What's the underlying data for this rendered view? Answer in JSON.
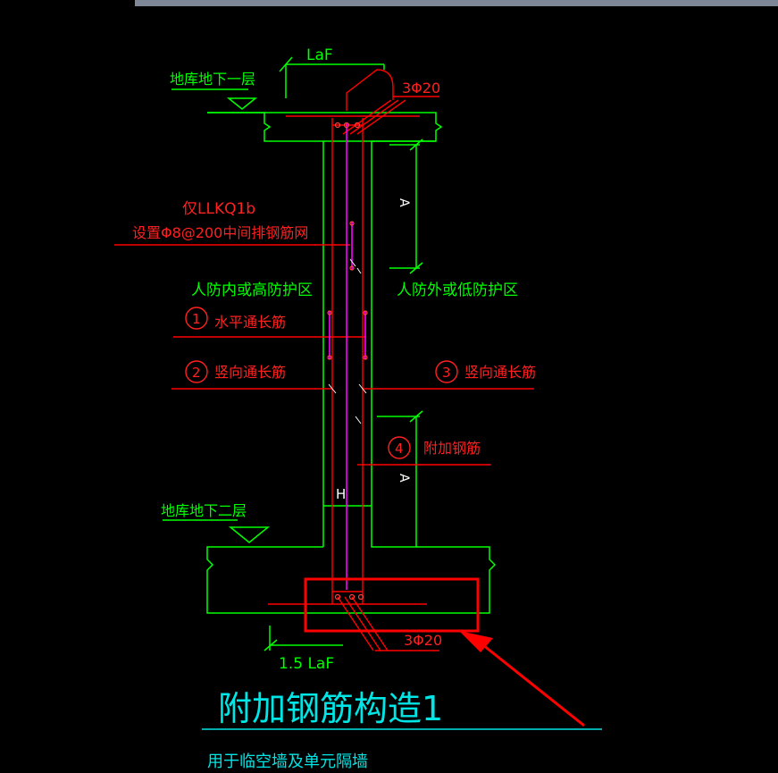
{
  "colors": {
    "background": "#000000",
    "concrete": "#00ff00",
    "rebar": "#ff0000",
    "magenta_bar": "#ff00ff",
    "white_tick": "#ffffff",
    "title_cyan": "#00e5e5",
    "highlight_box": "#ff0000"
  },
  "labels": {
    "floor_b1": "地库地下一层",
    "floor_b2": "地库地下二层",
    "laf_top": "LaF",
    "laf_bottom": "1.5 LaF",
    "rebar_top": "3Φ20",
    "rebar_bottom": "3Φ20",
    "wall_id": "仅LLKQ1b",
    "wall_note": "设置Φ8@200中间排钢筋网",
    "zone_inner": "人防内或高防护区",
    "zone_outer": "人防外或低防护区",
    "dim_a_top": "A",
    "dim_a_bottom": "A",
    "dim_h": "H"
  },
  "callouts": [
    {
      "num": "1",
      "text": "水平通长筋"
    },
    {
      "num": "2",
      "text": "竖向通长筋"
    },
    {
      "num": "3",
      "text": "竖向通长筋"
    },
    {
      "num": "4",
      "text": "附加钢筋"
    }
  ],
  "title": "附加钢筋构造1",
  "subtitle": "用于临空墙及单元隔墙"
}
